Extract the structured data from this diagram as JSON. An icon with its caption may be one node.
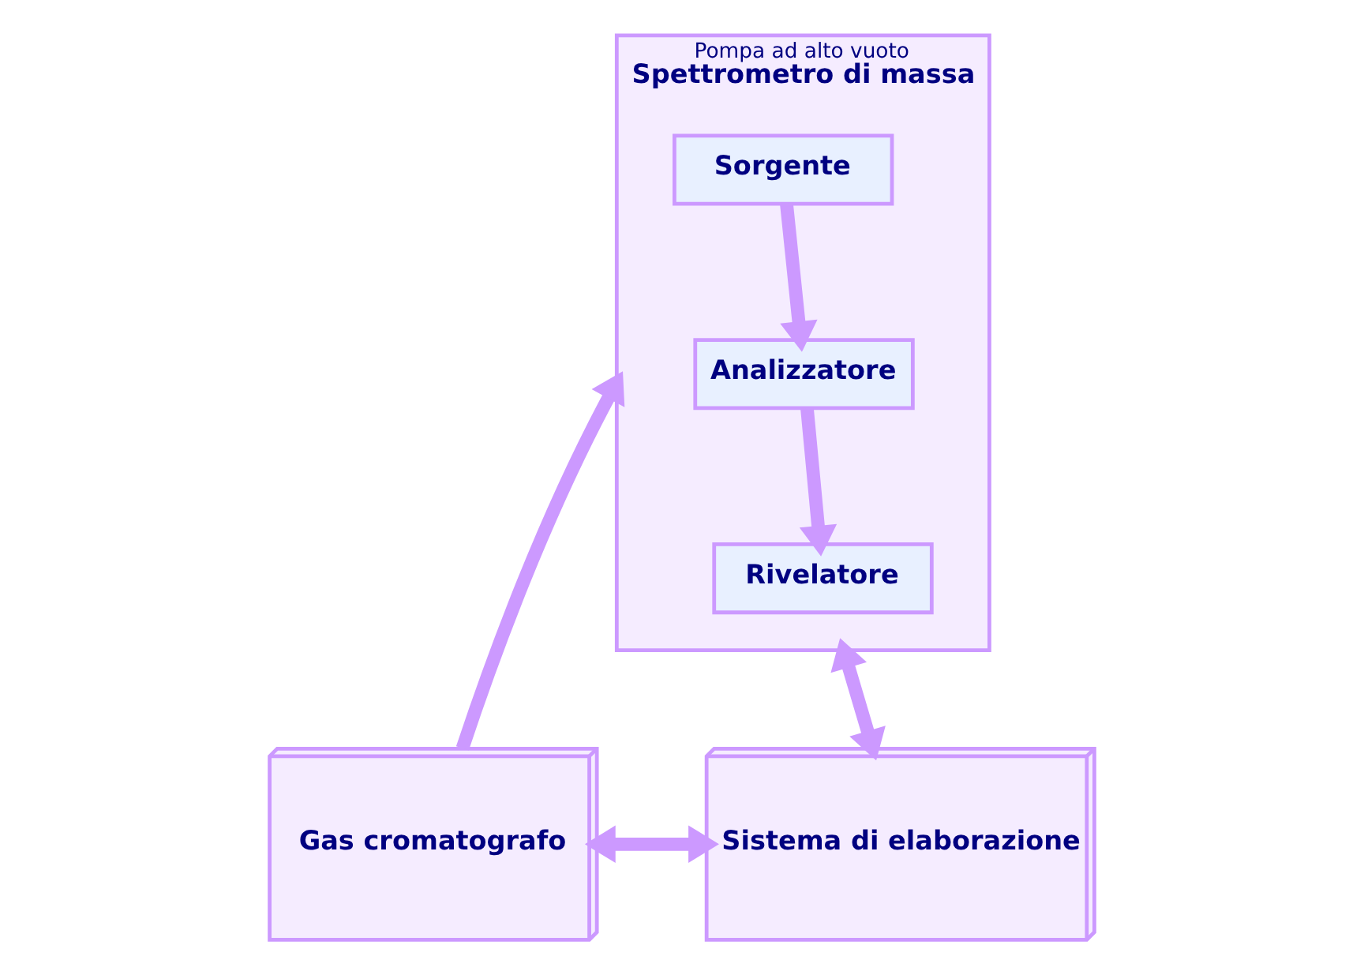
{
  "diagram": {
    "nodes": [
      {
        "text": [
          "Pompa ad alto vuoto",
          "Spettrometro di massa"
        ]
      },
      {
        "text": [
          "Sorgente"
        ],
        "in": 0
      },
      {
        "text": [
          "Analizzatore"
        ],
        "in": 0
      },
      {
        "text": [
          "Rivelatore"
        ],
        "in": 0
      },
      {
        "text": [
          "Gas cromatografo"
        ]
      },
      {
        "text": [
          "Sistema di elaborazione"
        ]
      }
    ],
    "edges": [
      {
        "from": 1,
        "to": 2,
        "arrow": "to"
      },
      {
        "from": 2,
        "to": 3,
        "arrow": "to"
      },
      {
        "from": 4,
        "to": 0,
        "arrow": "to"
      },
      {
        "from": 0,
        "to": 5,
        "arrow": "both"
      },
      {
        "from": 4,
        "to": 5,
        "arrow": "both"
      }
    ]
  }
}
